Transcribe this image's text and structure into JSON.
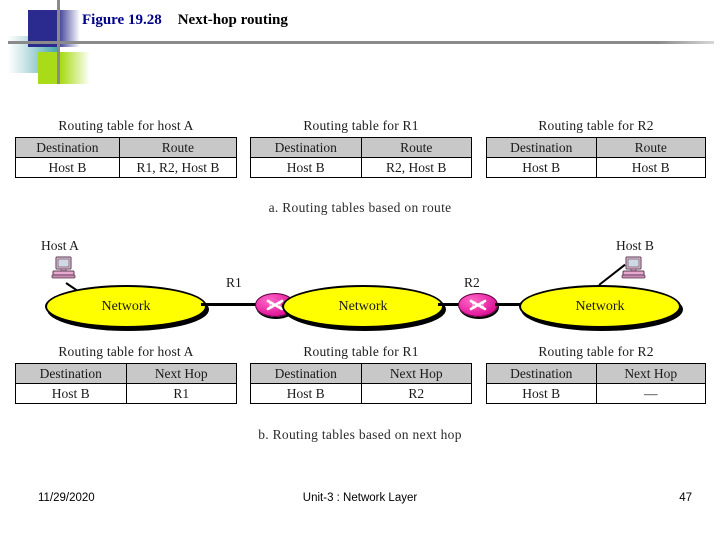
{
  "title": {
    "figure_number": "Figure 19.28",
    "figure_name": "Next-hop routing"
  },
  "route_tables": {
    "caption": "a. Routing tables based on route",
    "tables": [
      {
        "name": "Routing table for host A",
        "headers": [
          "Destination",
          "Route"
        ],
        "rows": [
          [
            "Host B",
            "R1, R2, Host B"
          ]
        ]
      },
      {
        "name": "Routing table for R1",
        "headers": [
          "Destination",
          "Route"
        ],
        "rows": [
          [
            "Host B",
            "R2, Host B"
          ]
        ]
      },
      {
        "name": "Routing table for R2",
        "headers": [
          "Destination",
          "Route"
        ],
        "rows": [
          [
            "Host B",
            "Host B"
          ]
        ]
      }
    ]
  },
  "diagram": {
    "host_a_label": "Host A",
    "host_b_label": "Host B",
    "network_1_label": "Network",
    "network_2_label": "Network",
    "network_3_label": "Network",
    "router_1_label": "R1",
    "router_2_label": "R2",
    "colors": {
      "network_fill": "#ffff00",
      "router_fill": "#e0179a",
      "link": "#000000"
    }
  },
  "nexthop_tables": {
    "caption": "b. Routing tables based on next hop",
    "tables": [
      {
        "name": "Routing table for host A",
        "headers": [
          "Destination",
          "Next Hop"
        ],
        "rows": [
          [
            "Host B",
            "R1"
          ]
        ]
      },
      {
        "name": "Routing table for R1",
        "headers": [
          "Destination",
          "Next Hop"
        ],
        "rows": [
          [
            "Host B",
            "R2"
          ]
        ]
      },
      {
        "name": "Routing table for R2",
        "headers": [
          "Destination",
          "Next Hop"
        ],
        "rows": [
          [
            "Host B",
            "—"
          ]
        ]
      }
    ]
  },
  "footer": {
    "date": "11/29/2020",
    "subject": "Unit-3 : Network Layer",
    "page_number": "47"
  }
}
